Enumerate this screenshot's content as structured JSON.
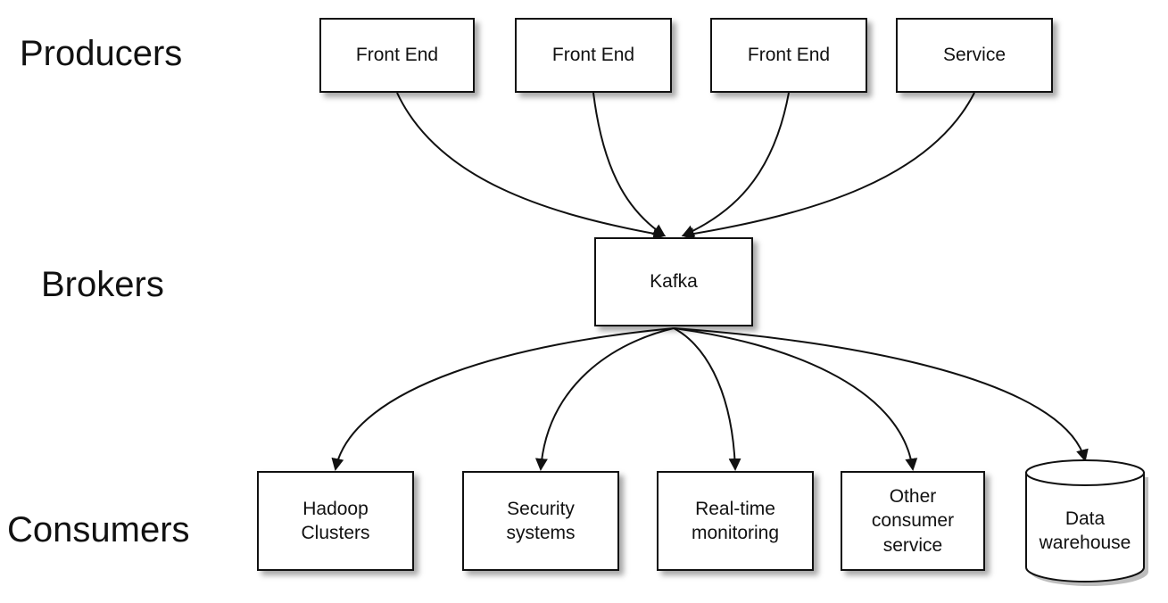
{
  "tiers": {
    "producers": "Producers",
    "brokers": "Brokers",
    "consumers": "Consumers"
  },
  "producers": [
    {
      "label": "Front End"
    },
    {
      "label": "Front End"
    },
    {
      "label": "Front End"
    },
    {
      "label": "Service"
    }
  ],
  "broker": {
    "label": "Kafka"
  },
  "consumers": [
    {
      "label": "Hadoop\nClusters"
    },
    {
      "label": "Security\nsystems"
    },
    {
      "label": "Real-time\nmonitoring"
    },
    {
      "label": "Other\nconsumer\nservice"
    },
    {
      "label": "Data\nwarehouse",
      "shape": "cylinder"
    }
  ],
  "edges": [
    {
      "from": "producer-0",
      "to": "broker"
    },
    {
      "from": "producer-1",
      "to": "broker"
    },
    {
      "from": "producer-2",
      "to": "broker"
    },
    {
      "from": "producer-3",
      "to": "broker"
    },
    {
      "from": "broker",
      "to": "consumer-0"
    },
    {
      "from": "broker",
      "to": "consumer-1"
    },
    {
      "from": "broker",
      "to": "consumer-2"
    },
    {
      "from": "broker",
      "to": "consumer-3"
    },
    {
      "from": "broker",
      "to": "consumer-4"
    }
  ]
}
